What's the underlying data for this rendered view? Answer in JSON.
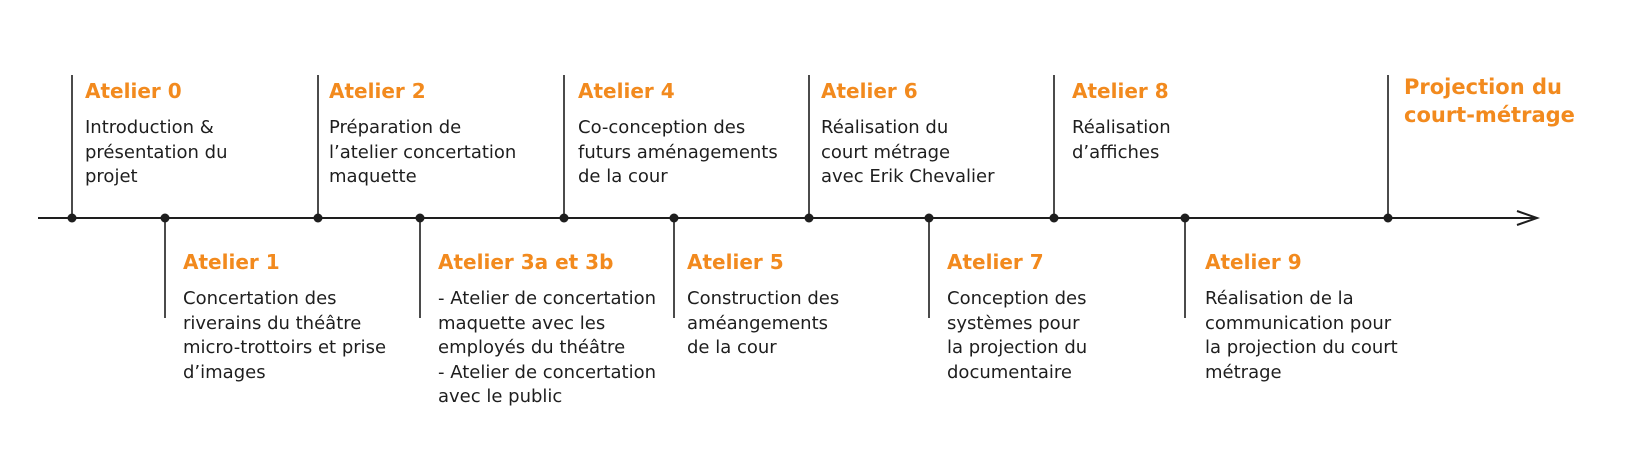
{
  "colors": {
    "accent": "#f28a1e",
    "line": "#1e1e1e",
    "text": "#1e1e1e"
  },
  "steps": [
    {
      "title": "Atelier 0",
      "desc": "Introduction &\nprésentation du\nprojet"
    },
    {
      "title": "Atelier 1",
      "desc": "Concertation des\nriverains du théâtre\nmicro-trottoirs et prise\nd’images"
    },
    {
      "title": "Atelier 2",
      "desc": "Préparation de\nl’atelier concertation\nmaquette"
    },
    {
      "title": "Atelier 3a et 3b",
      "desc": "- Atelier de concertation\nmaquette avec les\nemployés du théâtre\n- Atelier de concertation\navec le public"
    },
    {
      "title": "Atelier 4",
      "desc": "Co-conception des\nfuturs aménagements\nde la cour"
    },
    {
      "title": "Atelier 5",
      "desc": "Construction des\naméangements\nde la cour"
    },
    {
      "title": "Atelier 6",
      "desc": "Réalisation du\ncourt  métrage\navec Erik Chevalier"
    },
    {
      "title": "Atelier 7",
      "desc": "Conception des\nsystèmes pour\nla projection du\ndocumentaire"
    },
    {
      "title": "Atelier 8",
      "desc": "Réalisation\nd’affiches"
    },
    {
      "title": "Atelier 9",
      "desc": "Réalisation de la\ncommunication pour\nla projection du court\nmétrage"
    },
    {
      "title": "Projection du\ncourt-métrage",
      "desc": ""
    }
  ]
}
